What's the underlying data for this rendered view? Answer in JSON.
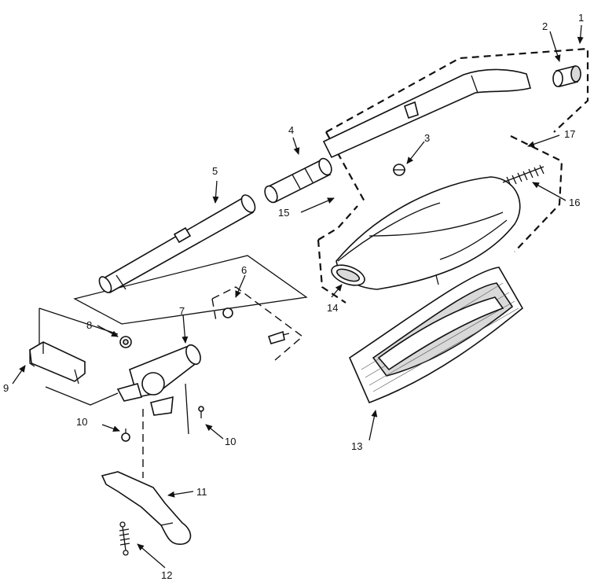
{
  "labels": {
    "l1": "1",
    "l2": "2",
    "l3": "3",
    "l4": "4",
    "l5": "5",
    "l6": "6",
    "l7": "7",
    "l8": "8",
    "l9": "9",
    "l10a": "10",
    "l10b": "10",
    "l11": "11",
    "l12": "12",
    "l13": "13",
    "l14": "14",
    "l15": "15",
    "l16": "16",
    "l17": "17"
  }
}
